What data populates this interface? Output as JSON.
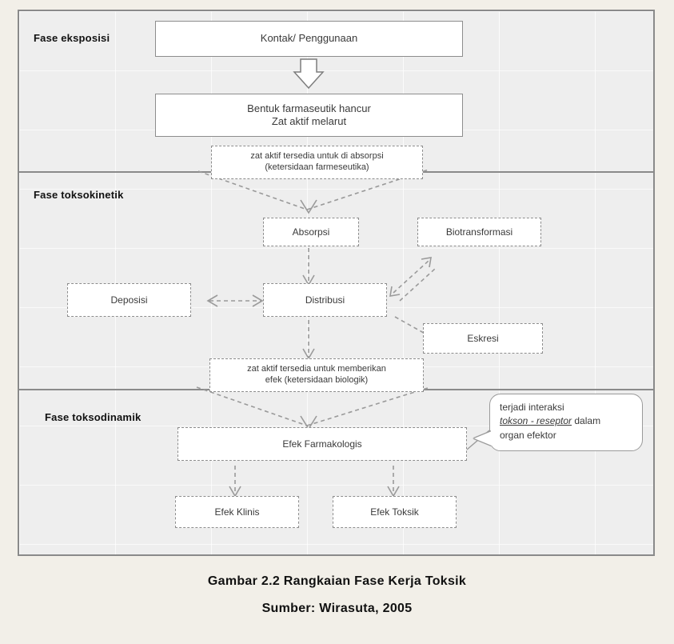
{
  "figure": {
    "caption_line1": "Gambar 2.2 Rangkaian Fase Kerja Toksik",
    "caption_line2": "Sumber: Wirasuta, 2005"
  },
  "colors": {
    "page_background": "#f2efe8",
    "panel_background": "#eeeeee",
    "panel_border": "#8a8a8a",
    "box_border": "#8d8d8d",
    "box_fill": "#ffffff",
    "text": "#3a3a3a",
    "label_text": "#111111"
  },
  "phases": [
    {
      "id": "eksposisi",
      "label": "Fase eksposisi"
    },
    {
      "id": "toksokinetik",
      "label": "Fase toksokinetik"
    },
    {
      "id": "toksodinamik",
      "label": "Fase toksodinamik"
    }
  ],
  "nodes": {
    "kontak": {
      "label": "Kontak/ Penggunaan",
      "style": "solid"
    },
    "bentuk_line1": "Bentuk farmaseutik hancur",
    "bentuk_line2": "Zat aktif melarut",
    "ketersediaan_farmaseutika_line1": "zat aktif tersedia untuk di absorpsi",
    "ketersediaan_farmaseutika_line2": "(ketersidaan farmeseutika)",
    "absorpsi": {
      "label": "Absorpsi",
      "style": "dashed"
    },
    "biotransformasi": {
      "label": "Biotransformasi",
      "style": "dashed"
    },
    "deposisi": {
      "label": "Deposisi",
      "style": "dashed"
    },
    "distribusi": {
      "label": "Distribusi",
      "style": "dashed"
    },
    "eskresi": {
      "label": "Eskresi",
      "style": "dashed"
    },
    "ketersediaan_biologik_line1": "zat aktif tersedia untuk memberikan",
    "ketersediaan_biologik_line2": "efek (ketersidaan biologik)",
    "efek_farmakologis": {
      "label": "Efek Farmakologis",
      "style": "dashed"
    },
    "efek_klinis": {
      "label": "Efek Klinis",
      "style": "dashed"
    },
    "efek_toksik": {
      "label": "Efek Toksik",
      "style": "dashed"
    }
  },
  "callout": {
    "line1": "terjadi interaksi",
    "line2_emphasis": "tokson - reseptor",
    "line2_rest": " dalam",
    "line3": "organ efektor"
  }
}
